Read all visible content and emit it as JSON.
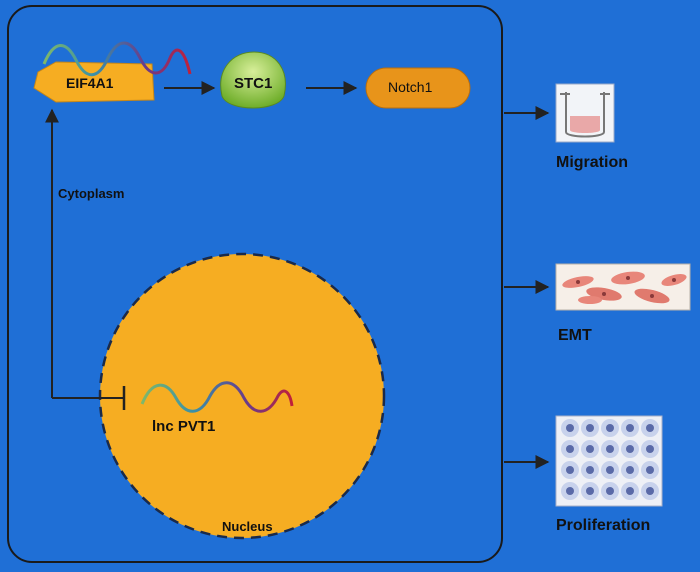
{
  "labels": {
    "eif4a1": "EIF4A1",
    "stc1": "STC1",
    "notch1": "Notch1",
    "cytoplasm": "Cytoplasm",
    "lnc_pvt1": "lnc PVT1",
    "nucleus": "Nucleus",
    "migration": "Migration",
    "emt": "EMT",
    "proliferation": "Proliferation"
  },
  "colors": {
    "background": "#1f6fd6",
    "nucleus": "#f6ad22",
    "eif4a1": "#f6ad22",
    "notch1": "#e8941a",
    "stc1": "#8fc43a",
    "arrow": "#222222"
  }
}
